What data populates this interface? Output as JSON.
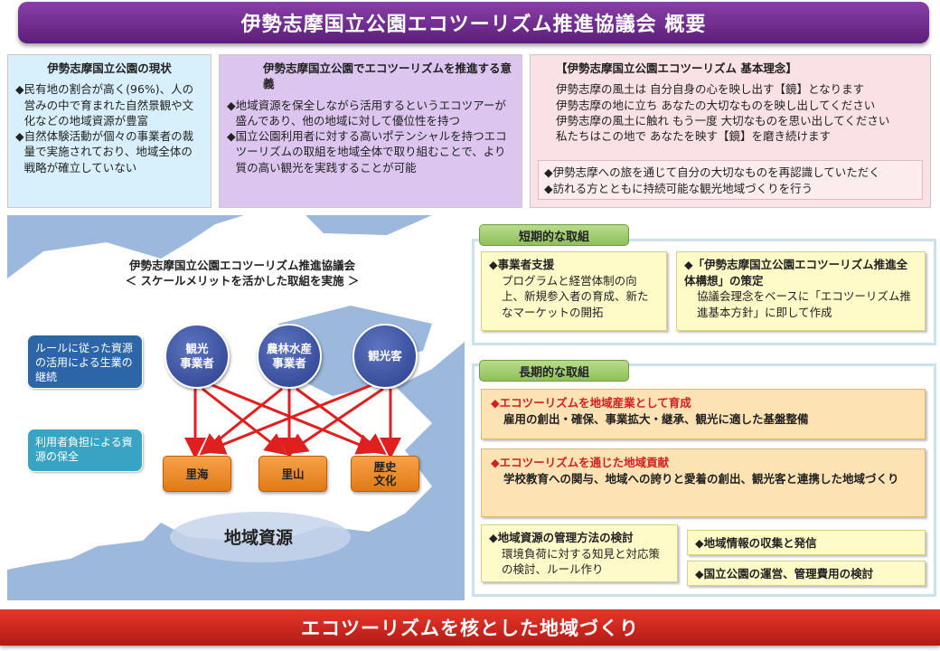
{
  "title": "伊勢志摩国立公園エコツーリズム推進協議会 概要",
  "status": {
    "heading": "伊勢志摩国立公園の現状",
    "items": [
      "民有地の割合が高く(96%)、人の営みの中で育まれた自然景観や文化などの地域資源が豊富",
      "自然体験活動が個々の事業者の裁量で実施されており、地域全体の戦略が確立していない"
    ]
  },
  "meaning": {
    "heading": "伊勢志摩国立公園でエコツーリズムを推進する意義",
    "items": [
      "地域資源を保全しながら活用するというエコツアーが盛んであり、他の地域に対して優位性を持つ",
      "国立公園利用者に対する高いポテンシャルを持つエコツーリズムの取組を地域全体で取り組むことで、より質の高い観光を実践することが可能"
    ]
  },
  "philosophy": {
    "heading": "【伊勢志摩国立公園エコツーリズム 基本理念】",
    "lines": [
      "伊勢志摩の風土は 自分自身の心を映し出す【鏡】となります",
      "伊勢志摩の地に立ち あなたの大切なものを映し出してください",
      "伊勢志摩の風土に触れ もう一度 大切なものを思い出してください",
      "私たちはこの地で あなたを映す【鏡】を磨き続けます"
    ],
    "goals": [
      "伊勢志摩への旅を通じて自分の大切なものを再認識していただく",
      "訪れる方とともに持続可能な観光地域づくりを行う"
    ]
  },
  "map": {
    "council": "伊勢志摩国立公園エコツーリズム推進協議会",
    "subtitle": "＜ スケールメリットを活かした取組を実施 ＞",
    "actors": [
      "観光\n事業者",
      "農林水産\n事業者",
      "観光客"
    ],
    "resources": [
      "里海",
      "里山",
      "歴史\n文化"
    ],
    "callout_rule": "ルールに従った資源の活用による生業の継続",
    "callout_cost": "利用者負担による資源の保全",
    "region": "地域資源",
    "colors": {
      "arrow": "#e01f1f",
      "land": "#ffffff",
      "sea": "#9cb8dd"
    }
  },
  "short_term": {
    "label": "短期的な取組",
    "boxes": [
      {
        "head": "事業者支援",
        "body": "プログラムと経営体制の向上、新規参入者の育成、新たなマーケットの開拓"
      },
      {
        "head": "「伊勢志摩国立公園エコツーリズム推進全体構想」の策定",
        "body": "協議会理念をベースに「エコツーリズム推進基本方針」に即して作成"
      }
    ]
  },
  "long_term": {
    "label": "長期的な取組",
    "priority": [
      {
        "head": "エコツーリズムを地域産業として育成",
        "body": "雇用の創出・確保、事業拡大・継承、観光に適した基盤整備"
      },
      {
        "head": "エコツーリズムを通じた地域貢献",
        "body": "学校教育への関与、地域への誇りと愛着の創出、観光客と連携した地域づくり"
      }
    ],
    "management": {
      "head": "地域資源の管理方法の検討",
      "body": "環境負荷に対する知見と対応策の検討、ルール作り"
    },
    "info": "地域情報の収集と発信",
    "park": "国立公園の運営、管理費用の検討"
  },
  "banner": "エコツーリズムを核とした地域づくり"
}
